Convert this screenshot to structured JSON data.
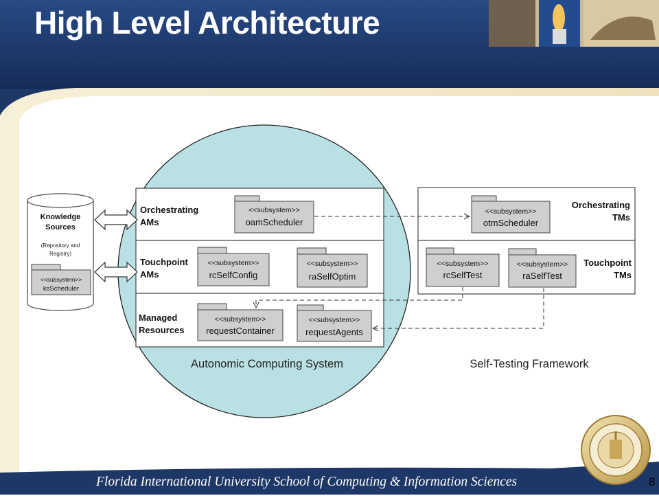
{
  "slide": {
    "title": "High Level Architecture",
    "footer": "Florida International University School of Computing & Information Sciences",
    "page_number": "8"
  },
  "knowledge": {
    "title_line1": "Knowledge",
    "title_line2": "Sources",
    "note_line1": "(Repository and",
    "note_line2": "Registry)",
    "stereotype": "<<subsystem>>",
    "name": "ksScheduler"
  },
  "acs": {
    "label": "Autonomic Computing System",
    "rows": {
      "orchestrating": {
        "line1": "Orchestrating",
        "line2": "AMs"
      },
      "touchpoint": {
        "line1": "Touchpoint",
        "line2": "AMs"
      },
      "managed": {
        "line1": "Managed",
        "line2": "Resources"
      }
    },
    "subsystems": {
      "oam": {
        "stereotype": "<<subsystem>>",
        "name": "oamScheduler"
      },
      "rcconfig": {
        "stereotype": "<<subsystem>>",
        "name": "rcSelfConfig"
      },
      "raoptim": {
        "stereotype": "<<subsystem>>",
        "name": "raSelfOptim"
      },
      "container": {
        "stereotype": "<<subsystem>>",
        "name": "requestContainer"
      },
      "agents": {
        "stereotype": "<<subsystem>>",
        "name": "requestAgents"
      }
    }
  },
  "stf": {
    "label": "Self-Testing Framework",
    "rows": {
      "orchestrating": {
        "line1": "Orchestrating",
        "line2": "TMs"
      },
      "touchpoint": {
        "line1": "Touchpoint",
        "line2": "TMs"
      }
    },
    "subsystems": {
      "otm": {
        "stereotype": "<<subsystem>>",
        "name": "otmScheduler"
      },
      "rctest": {
        "stereotype": "<<subsystem>>",
        "name": "rcSelfTest"
      },
      "ratest": {
        "stereotype": "<<subsystem>>",
        "name": "raSelfTest"
      }
    }
  },
  "colors": {
    "banner_navy": "#1d3766",
    "slide_cream": "#f3ead0",
    "circle_fill": "#b9e1e4",
    "package_fill": "#cfcfcf",
    "seal_gold": "#c9a75a"
  }
}
